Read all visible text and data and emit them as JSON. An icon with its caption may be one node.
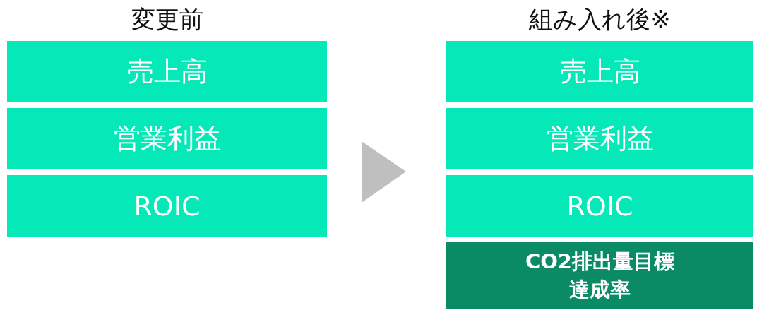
{
  "diagram": {
    "nodes": [
      {
        "text": [
          "変更前"
        ]
      },
      {
        "text": [
          "売上高"
        ],
        "in": 0
      },
      {
        "text": [
          "営業利益"
        ],
        "in": 0
      },
      {
        "text": [
          "ROIC"
        ],
        "in": 0
      },
      {
        "text": [
          "組み入れ後※"
        ]
      },
      {
        "text": [
          "売上高"
        ],
        "in": 4
      },
      {
        "text": [
          "営業利益"
        ],
        "in": 4
      },
      {
        "text": [
          "ROIC"
        ],
        "in": 4
      },
      {
        "text": [
          "CO2排出量目標達成率"
        ],
        "in": 4
      }
    ],
    "edges": [
      {
        "from": 0,
        "to": 4,
        "arrow": "to"
      }
    ]
  }
}
